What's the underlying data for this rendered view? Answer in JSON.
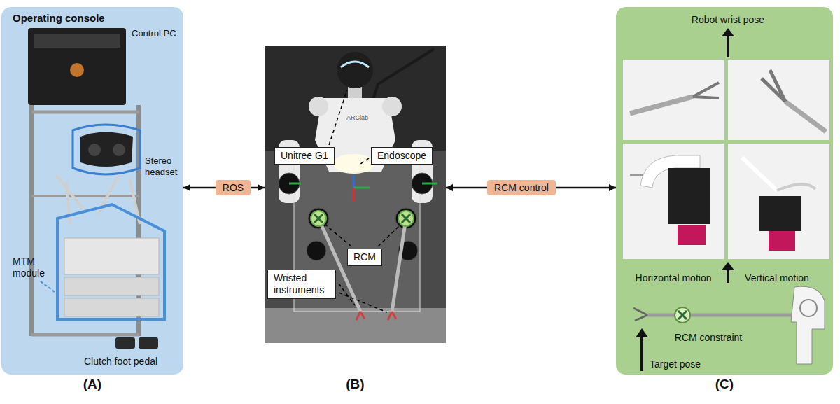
{
  "diagram": {
    "nodes": [
      {
        "text": [
          "Operating console",
          "(A)"
        ]
      },
      {
        "text": [
          "ROS"
        ]
      },
      {
        "text": [
          "(B)"
        ]
      },
      {
        "text": [
          "Unitree G1"
        ],
        "in": 2
      },
      {
        "text": [
          "Endoscope"
        ],
        "in": 2
      },
      {
        "text": [
          "RCM"
        ],
        "in": 2
      },
      {
        "text": [
          "Wristed instruments"
        ],
        "in": 2
      },
      {
        "text": [
          "RCM control"
        ]
      },
      {
        "text": [
          "(C)"
        ]
      }
    ],
    "edges": [
      {
        "from": 1,
        "to": 0,
        "arrow": "to"
      },
      {
        "from": 1,
        "to": 2,
        "arrow": "to"
      },
      {
        "from": 7,
        "to": 2,
        "arrow": "to"
      },
      {
        "from": 7,
        "to": 8,
        "arrow": "to"
      }
    ],
    "labels": [
      "Control PC",
      "Stereo headset",
      "MTM module",
      "Clutch foot pedal",
      "ARClab",
      "Robot wrist pose",
      "Horizontal motion",
      "Vertical motion",
      "RCM constraint",
      "Target pose"
    ]
  }
}
